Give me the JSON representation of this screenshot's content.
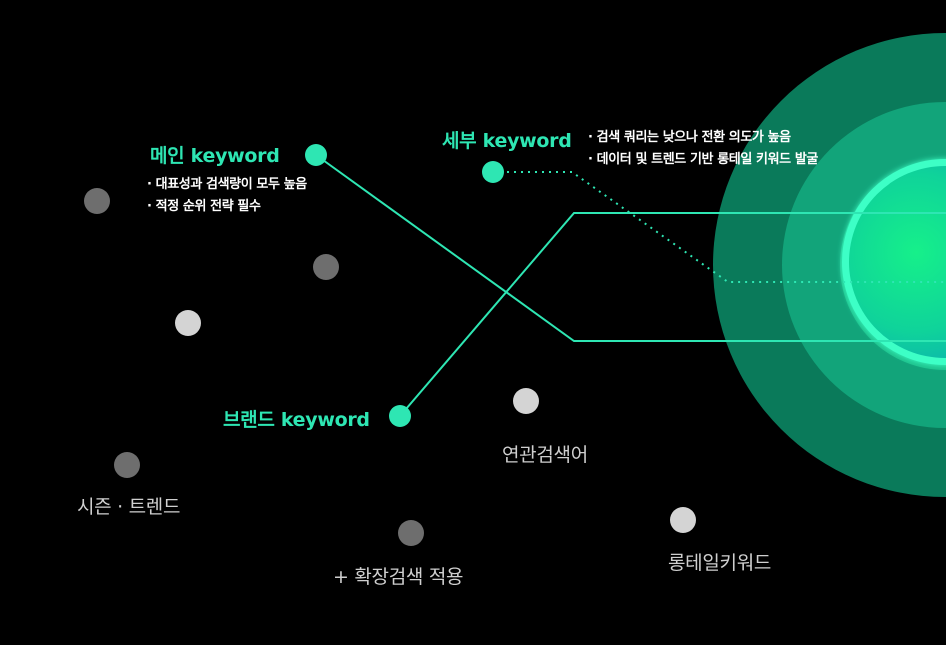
{
  "keywords": {
    "main": {
      "title": "메인 keyword",
      "notes": [
        "· 대표성과 검색량이 모두 높음",
        "· 적정 순위 전략 필수"
      ]
    },
    "detail": {
      "title": "세부 keyword",
      "notes": [
        "· 검색 쿼리는 낮으나 전환 의도가 높음",
        "· 데이터 및 트렌드 기반 롱테일 키워드 발굴"
      ]
    },
    "brand": {
      "title": "브랜드 keyword"
    }
  },
  "labels": {
    "related": "연관검색어",
    "season": "시즌 · 트렌드",
    "expanded": "+ 확장검색 적용",
    "longtail": "롱테일키워드"
  },
  "colors": {
    "background": "#000000",
    "accent": "#2ee6b3",
    "ring_outer": "#0a7a5a",
    "ring_middle": "#11a679",
    "ring_inner": "#1cc88f",
    "core_glow": "#36ffc0",
    "dot_light": "#d4d4d4",
    "dot_dark": "#6e6e6e"
  }
}
